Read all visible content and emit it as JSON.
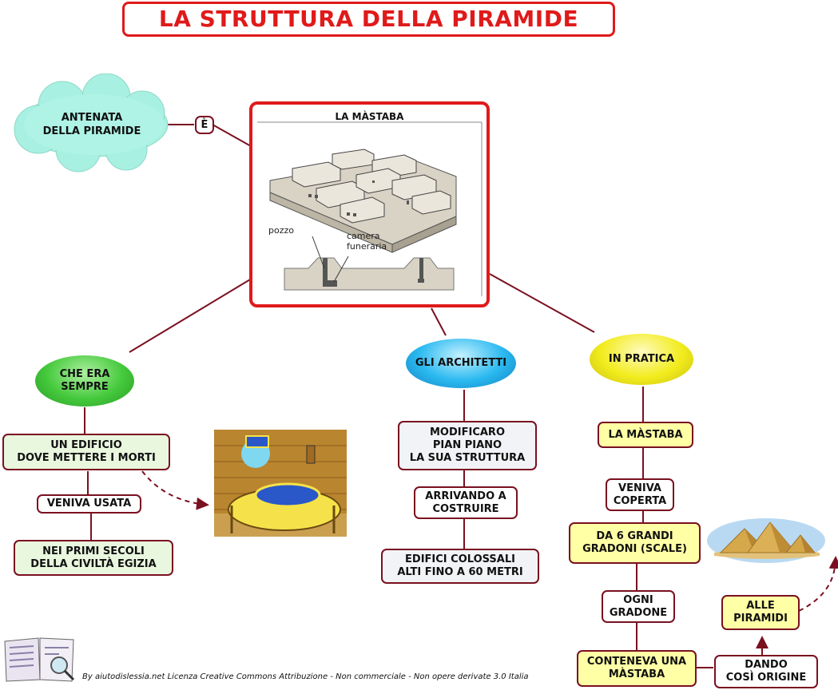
{
  "title": "LA STRUTTURA DELLA PIRAMIDE",
  "cloud": {
    "line1": "ANTENATA",
    "line2": "DELLA PIRAMIDE"
  },
  "link_e": "È",
  "mastaba": {
    "title": "LA MÀSTABA",
    "label_pozzo": "pozzo",
    "label_camera1": "camera",
    "label_camera2": "funeraria"
  },
  "branches": {
    "left": {
      "oval1": "CHE ERA",
      "oval2": "SEMPRE",
      "box1_l1": "UN EDIFICIO",
      "box1_l2": "DOVE METTERE I MORTI",
      "link": "VENIVA USATA",
      "box2_l1": "NEI PRIMI SECOLI",
      "box2_l2": "DELLA CIVILTÀ EGIZIA"
    },
    "middle": {
      "oval": "GLI ARCHITETTI",
      "box1_l1": "MODIFICARO",
      "box1_l2": "PIAN PIANO",
      "box1_l3": "LA SUA STRUTTURA",
      "link_l1": "ARRIVANDO A",
      "link_l2": "COSTRUIRE",
      "box2_l1": "EDIFICI COLOSSALI",
      "box2_l2": "ALTI FINO A 60 METRI"
    },
    "right": {
      "oval": "IN PRATICA",
      "box1": "LA MÀSTABA",
      "link1_l1": "VENIVA",
      "link1_l2": "COPERTA",
      "box2_l1": "DA 6 GRANDI",
      "box2_l2": "GRADONI (SCALE)",
      "link2_l1": "OGNI",
      "link2_l2": "GRADONE",
      "box3_l1": "CONTENEVA UNA",
      "box3_l2": "MÀSTABA",
      "link3_l1": "DANDO",
      "link3_l2": "COSÌ ORIGINE",
      "box4_l1": "ALLE",
      "box4_l2": "PIRAMIDI"
    }
  },
  "footer": "By aiutodislessia.net Licenza Creative Commons Attribuzione - Non commerciale - Non opere derivate 3.0 Italia",
  "colors": {
    "title_red": "#e01a1a",
    "connector": "#7a1020",
    "green_oval": "#3ec43e",
    "blue_oval": "#28b8ee",
    "yellow_oval": "#f2ee20"
  }
}
